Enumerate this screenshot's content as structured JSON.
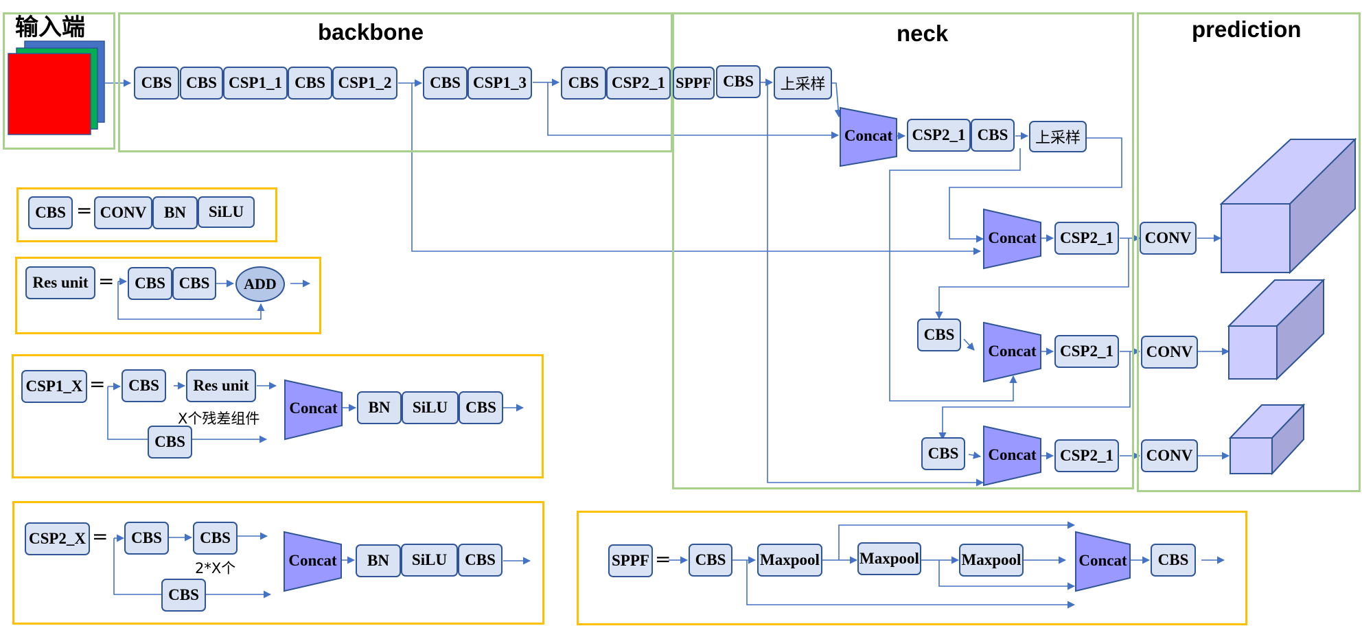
{
  "colors": {
    "box_fill": "#dae3f3",
    "box_border": "#2f5597",
    "concat_fill": "#9999ff",
    "frame_green": "#a9d18e",
    "frame_yellow": "#ffc000",
    "arrow": "#4472c4",
    "input_red": "#ff0000",
    "input_green": "#00b050",
    "input_blue": "#4472c4",
    "cube_fill": "#ccccff"
  },
  "sections": {
    "input": "输入端",
    "backbone": "backbone",
    "neck": "neck",
    "prediction": "prediction"
  },
  "backbone": {
    "b1": "CBS",
    "b2": "CBS",
    "b3": "CSP1_1",
    "b4": "CBS",
    "b5": "CSP1_2",
    "b6": "CBS",
    "b7": "CSP1_3",
    "b8": "CBS",
    "b9": "CSP2_1",
    "b10": "SPPF"
  },
  "neck": {
    "n1": "CBS",
    "n2": "上采样",
    "concat1": "Concat",
    "n3": "CSP2_1",
    "n4": "CBS",
    "n5": "上采样",
    "concat2": "Concat",
    "n6": "CSP2_1",
    "n7": "CBS",
    "concat3": "Concat",
    "n8": "CSP2_1",
    "n9": "CBS",
    "concat4": "Concat",
    "n10": "CSP2_1"
  },
  "prediction": {
    "conv1": "CONV",
    "conv2": "CONV",
    "conv3": "CONV"
  },
  "legend_cbs": {
    "name": "CBS",
    "eq": "=",
    "p1": "CONV",
    "p2": "BN",
    "p3": "SiLU"
  },
  "legend_res": {
    "name": "Res unit",
    "eq": "=",
    "p1": "CBS",
    "p2": "CBS",
    "add": "ADD"
  },
  "legend_csp1": {
    "name": "CSP1_X",
    "eq": "=",
    "p1": "CBS",
    "p2": "Res unit",
    "note": "X个残差组件",
    "p3": "CBS",
    "concat": "Concat",
    "p4": "BN",
    "p5": "SiLU",
    "p6": "CBS"
  },
  "legend_csp2": {
    "name": "CSP2_X",
    "eq": "=",
    "p1": "CBS",
    "p2": "CBS",
    "note": "2*X个",
    "p3": "CBS",
    "concat": "Concat",
    "p4": "BN",
    "p5": "SiLU",
    "p6": "CBS"
  },
  "legend_sppf": {
    "name": "SPPF",
    "eq": "=",
    "p1": "CBS",
    "p2": "Maxpool",
    "p3": "Maxpool",
    "p4": "Maxpool",
    "concat": "Concat",
    "p5": "CBS"
  }
}
